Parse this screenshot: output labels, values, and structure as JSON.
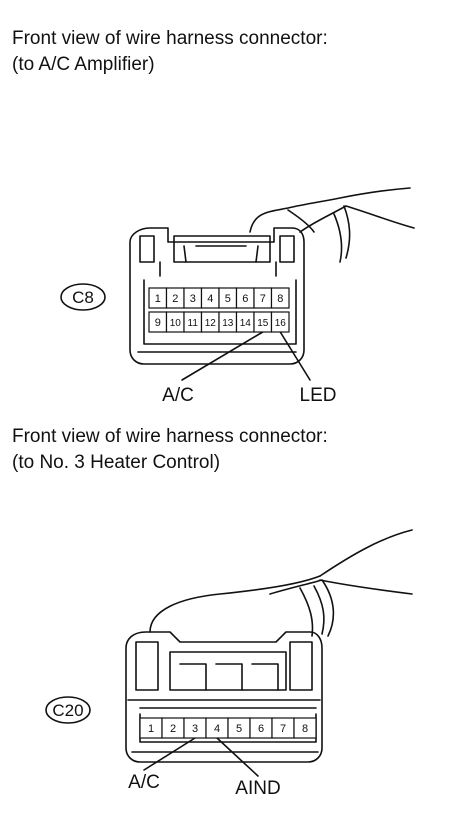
{
  "connector_c8": {
    "caption_line1": "Front view of wire harness connector:",
    "caption_line2": "(to A/C Amplifier)",
    "code": "C8",
    "pins_row1": [
      "1",
      "2",
      "3",
      "4",
      "5",
      "6",
      "7",
      "8"
    ],
    "pins_row2": [
      "9",
      "10",
      "11",
      "12",
      "13",
      "14",
      "15",
      "16"
    ],
    "labels": [
      {
        "text": "A/C",
        "pin": "15"
      },
      {
        "text": "LED",
        "pin": "16"
      }
    ]
  },
  "connector_c20": {
    "caption_line1": "Front view of wire harness connector:",
    "caption_line2": "(to No. 3 Heater Control)",
    "code": "C20",
    "pins": [
      "1",
      "2",
      "3",
      "4",
      "5",
      "6",
      "7",
      "8"
    ],
    "labels": [
      {
        "text": "A/C",
        "pin": "3"
      },
      {
        "text": "AIND",
        "pin": "4"
      }
    ]
  }
}
